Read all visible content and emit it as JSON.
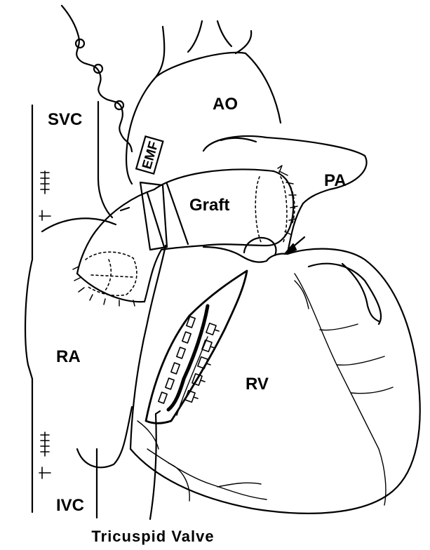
{
  "labels": {
    "ao": "AO",
    "svc": "SVC",
    "pa": "PA",
    "emf": "EMF",
    "graft": "Graft",
    "ra": "RA",
    "rv": "RV",
    "ivc": "IVC",
    "tricuspid_valve": "Tricuspid Valve"
  },
  "colors": {
    "line": "#000000",
    "background": "#ffffff"
  }
}
